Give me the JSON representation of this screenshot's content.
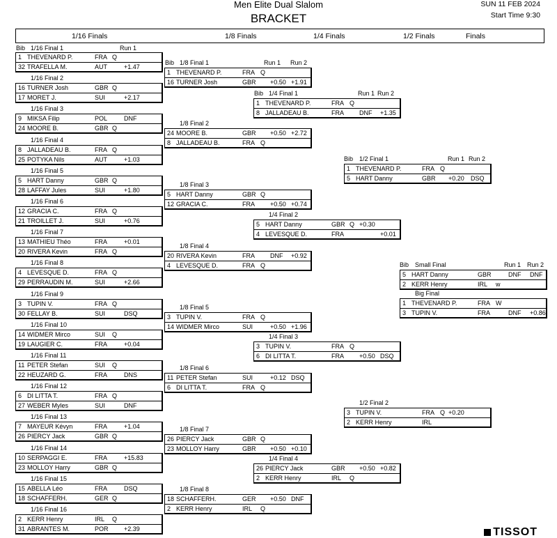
{
  "header": {
    "title": "Men Elite Dual Slalom",
    "subtitle": "BRACKET",
    "date": "SUN 11 FEB 2024",
    "start_time": "Start Time 9:30"
  },
  "stages": [
    "1/16 Finals",
    "1/8 Finals",
    "1/4 Finals",
    "1/2 Finals",
    "Finals"
  ],
  "labels": {
    "bib": "Bib",
    "run1": "Run 1",
    "run2": "Run 2"
  },
  "round16": [
    {
      "label": "1/16 Final 1",
      "a": {
        "bib": "1",
        "name": "THEVENARD P.",
        "nat": "FRA",
        "res": "Q",
        "r1": ""
      },
      "b": {
        "bib": "32",
        "name": "TRAFELLA M.",
        "nat": "AUT",
        "res": "",
        "r1": "+1.47"
      }
    },
    {
      "label": "1/16 Final 2",
      "a": {
        "bib": "16",
        "name": "TURNER Josh",
        "nat": "GBR",
        "res": "Q",
        "r1": ""
      },
      "b": {
        "bib": "17",
        "name": "MORET J.",
        "nat": "SUI",
        "res": "",
        "r1": "+2.17"
      }
    },
    {
      "label": "1/16 Final 3",
      "a": {
        "bib": "9",
        "name": "MIKSA Filip",
        "nat": "POL",
        "res": "",
        "r1": "DNF"
      },
      "b": {
        "bib": "24",
        "name": "MOORE B.",
        "nat": "GBR",
        "res": "Q",
        "r1": ""
      }
    },
    {
      "label": "1/16 Final 4",
      "a": {
        "bib": "8",
        "name": "JALLADEAU B.",
        "nat": "FRA",
        "res": "Q",
        "r1": ""
      },
      "b": {
        "bib": "25",
        "name": "POTYKA Nils",
        "nat": "AUT",
        "res": "",
        "r1": "+1.03"
      }
    },
    {
      "label": "1/16 Final 5",
      "a": {
        "bib": "5",
        "name": "HART Danny",
        "nat": "GBR",
        "res": "Q",
        "r1": ""
      },
      "b": {
        "bib": "28",
        "name": "LAFFAY Jules",
        "nat": "SUI",
        "res": "",
        "r1": "+1.80"
      }
    },
    {
      "label": "1/16 Final 6",
      "a": {
        "bib": "12",
        "name": "GRACIA C.",
        "nat": "FRA",
        "res": "Q",
        "r1": ""
      },
      "b": {
        "bib": "21",
        "name": "TROILLET J.",
        "nat": "SUI",
        "res": "",
        "r1": "+0.76"
      }
    },
    {
      "label": "1/16 Final 7",
      "a": {
        "bib": "13",
        "name": "MATHIEU Théo",
        "nat": "FRA",
        "res": "",
        "r1": "+0.01"
      },
      "b": {
        "bib": "20",
        "name": "RIVERA Kevin",
        "nat": "FRA",
        "res": "Q",
        "r1": ""
      }
    },
    {
      "label": "1/16 Final 8",
      "a": {
        "bib": "4",
        "name": "LEVESQUE D.",
        "nat": "FRA",
        "res": "Q",
        "r1": ""
      },
      "b": {
        "bib": "29",
        "name": "PERRAUDIN M.",
        "nat": "SUI",
        "res": "",
        "r1": "+2.66"
      }
    },
    {
      "label": "1/16 Final 9",
      "a": {
        "bib": "3",
        "name": "TUPIN V.",
        "nat": "FRA",
        "res": "Q",
        "r1": ""
      },
      "b": {
        "bib": "30",
        "name": "FELLAY B.",
        "nat": "SUI",
        "res": "",
        "r1": "DSQ"
      }
    },
    {
      "label": "1/16 Final 10",
      "a": {
        "bib": "14",
        "name": "WIDMER Mirco",
        "nat": "SUI",
        "res": "Q",
        "r1": ""
      },
      "b": {
        "bib": "19",
        "name": "LAUGIER C.",
        "nat": "FRA",
        "res": "",
        "r1": "+0.04"
      }
    },
    {
      "label": "1/16 Final 11",
      "a": {
        "bib": "11",
        "name": "PETER Stefan",
        "nat": "SUI",
        "res": "Q",
        "r1": ""
      },
      "b": {
        "bib": "22",
        "name": "HEUZARD G.",
        "nat": "FRA",
        "res": "",
        "r1": "DNS"
      }
    },
    {
      "label": "1/16 Final 12",
      "a": {
        "bib": "6",
        "name": "DI LITTA T.",
        "nat": "FRA",
        "res": "Q",
        "r1": ""
      },
      "b": {
        "bib": "27",
        "name": "WEBER Myles",
        "nat": "SUI",
        "res": "",
        "r1": "DNF"
      }
    },
    {
      "label": "1/16 Final 13",
      "a": {
        "bib": "7",
        "name": "MAYEUR Kévyn",
        "nat": "FRA",
        "res": "",
        "r1": "+1.04"
      },
      "b": {
        "bib": "26",
        "name": "PIERCY Jack",
        "nat": "GBR",
        "res": "Q",
        "r1": ""
      }
    },
    {
      "label": "1/16 Final 14",
      "a": {
        "bib": "10",
        "name": "SERPAGGI E.",
        "nat": "FRA",
        "res": "",
        "r1": "+15.83"
      },
      "b": {
        "bib": "23",
        "name": "MOLLOY Harry",
        "nat": "GBR",
        "res": "Q",
        "r1": ""
      }
    },
    {
      "label": "1/16 Final 15",
      "a": {
        "bib": "15",
        "name": "ABELLA Léo",
        "nat": "FRA",
        "res": "",
        "r1": "DSQ"
      },
      "b": {
        "bib": "18",
        "name": "SCHAFFERH.",
        "nat": "GER",
        "res": "Q",
        "r1": ""
      }
    },
    {
      "label": "1/16 Final 16",
      "a": {
        "bib": "2",
        "name": "KERR Henry",
        "nat": "IRL",
        "res": "Q",
        "r1": ""
      },
      "b": {
        "bib": "31",
        "name": "ABRANTES M.",
        "nat": "POR",
        "res": "",
        "r1": "+2.39"
      }
    }
  ],
  "round8": [
    {
      "label": "1/8 Final 1",
      "a": {
        "bib": "1",
        "name": "THEVENARD P.",
        "nat": "FRA",
        "res": "Q",
        "r1": "",
        "r2": ""
      },
      "b": {
        "bib": "16",
        "name": "TURNER Josh",
        "nat": "GBR",
        "res": "",
        "r1": "+0.50",
        "r2": "+1.91"
      }
    },
    {
      "label": "1/8 Final 2",
      "a": {
        "bib": "24",
        "name": "MOORE B.",
        "nat": "GBR",
        "res": "",
        "r1": "+0.50",
        "r2": "+2.72"
      },
      "b": {
        "bib": "8",
        "name": "JALLADEAU B.",
        "nat": "FRA",
        "res": "Q",
        "r1": "",
        "r2": ""
      }
    },
    {
      "label": "1/8 Final 3",
      "a": {
        "bib": "5",
        "name": "HART Danny",
        "nat": "GBR",
        "res": "Q",
        "r1": "",
        "r2": ""
      },
      "b": {
        "bib": "12",
        "name": "GRACIA C.",
        "nat": "FRA",
        "res": "",
        "r1": "+0.50",
        "r2": "+0.74"
      }
    },
    {
      "label": "1/8 Final 4",
      "a": {
        "bib": "20",
        "name": "RIVERA Kevin",
        "nat": "FRA",
        "res": "",
        "r1": "DNF",
        "r2": "+0.92"
      },
      "b": {
        "bib": "4",
        "name": "LEVESQUE D.",
        "nat": "FRA",
        "res": "Q",
        "r1": "",
        "r2": ""
      }
    },
    {
      "label": "1/8 Final 5",
      "a": {
        "bib": "3",
        "name": "TUPIN V.",
        "nat": "FRA",
        "res": "Q",
        "r1": "",
        "r2": ""
      },
      "b": {
        "bib": "14",
        "name": "WIDMER Mirco",
        "nat": "SUI",
        "res": "",
        "r1": "+0.50",
        "r2": "+1.96"
      }
    },
    {
      "label": "1/8 Final 6",
      "a": {
        "bib": "11",
        "name": "PETER Stefan",
        "nat": "SUI",
        "res": "",
        "r1": "+0.12",
        "r2": "DSQ"
      },
      "b": {
        "bib": "6",
        "name": "DI LITTA T.",
        "nat": "FRA",
        "res": "Q",
        "r1": "",
        "r2": ""
      }
    },
    {
      "label": "1/8 Final 7",
      "a": {
        "bib": "26",
        "name": "PIERCY Jack",
        "nat": "GBR",
        "res": "Q",
        "r1": "",
        "r2": ""
      },
      "b": {
        "bib": "23",
        "name": "MOLLOY Harry",
        "nat": "GBR",
        "res": "",
        "r1": "+0.50",
        "r2": "+0.10"
      }
    },
    {
      "label": "1/8 Final 8",
      "a": {
        "bib": "18",
        "name": "SCHAFFERH.",
        "nat": "GER",
        "res": "",
        "r1": "+0.50",
        "r2": "DNF"
      },
      "b": {
        "bib": "2",
        "name": "KERR Henry",
        "nat": "IRL",
        "res": "Q",
        "r1": "",
        "r2": ""
      }
    }
  ],
  "quarter": [
    {
      "label": "1/4 Final 1",
      "a": {
        "bib": "1",
        "name": "THEVENARD P.",
        "nat": "FRA",
        "res": "Q",
        "r1": "",
        "r2": ""
      },
      "b": {
        "bib": "8",
        "name": "JALLADEAU B.",
        "nat": "FRA",
        "res": "",
        "r1": "DNF",
        "r2": "+1.35"
      }
    },
    {
      "label": "1/4 Final 2",
      "a": {
        "bib": "5",
        "name": "HART Danny",
        "nat": "GBR",
        "res": "Q",
        "r1": "+0.30",
        "r2": ""
      },
      "b": {
        "bib": "4",
        "name": "LEVESQUE D.",
        "nat": "FRA",
        "res": "",
        "r1": "",
        "r2": "+0.01"
      }
    },
    {
      "label": "1/4 Final 3",
      "a": {
        "bib": "3",
        "name": "TUPIN V.",
        "nat": "FRA",
        "res": "Q",
        "r1": "",
        "r2": ""
      },
      "b": {
        "bib": "6",
        "name": "DI LITTA T.",
        "nat": "FRA",
        "res": "",
        "r1": "+0.50",
        "r2": "DSQ"
      }
    },
    {
      "label": "1/4 Final 4",
      "a": {
        "bib": "26",
        "name": "PIERCY Jack",
        "nat": "GBR",
        "res": "",
        "r1": "+0.50",
        "r2": "+0.82"
      },
      "b": {
        "bib": "2",
        "name": "KERR Henry",
        "nat": "IRL",
        "res": "Q",
        "r1": "",
        "r2": ""
      }
    }
  ],
  "semi": [
    {
      "label": "1/2 Final 1",
      "a": {
        "bib": "1",
        "name": "THEVENARD P.",
        "nat": "FRA",
        "res": "Q",
        "r1": "",
        "r2": ""
      },
      "b": {
        "bib": "5",
        "name": "HART Danny",
        "nat": "GBR",
        "res": "",
        "r1": "+0.20",
        "r2": "DSQ"
      }
    },
    {
      "label": "1/2 Final 2",
      "a": {
        "bib": "3",
        "name": "TUPIN V.",
        "nat": "FRA",
        "res": "Q",
        "r1": "+0.20",
        "r2": ""
      },
      "b": {
        "bib": "2",
        "name": "KERR Henry",
        "nat": "IRL",
        "res": "",
        "r1": "",
        "r2": ""
      }
    }
  ],
  "finals": [
    {
      "label": "Small Final",
      "a": {
        "bib": "5",
        "name": "HART Danny",
        "nat": "GBR",
        "res": "",
        "r1": "DNF",
        "r2": "DNF"
      },
      "b": {
        "bib": "2",
        "name": "KERR Henry",
        "nat": "IRL",
        "res": "w",
        "r1": "",
        "r2": ""
      }
    },
    {
      "label": "Big Final",
      "a": {
        "bib": "1",
        "name": "THEVENARD P.",
        "nat": "FRA",
        "res": "W",
        "r1": "",
        "r2": ""
      },
      "b": {
        "bib": "3",
        "name": "TUPIN V.",
        "nat": "FRA",
        "res": "",
        "r1": "DNF",
        "r2": "+0.86"
      }
    }
  ],
  "sponsor": "TISSOT"
}
